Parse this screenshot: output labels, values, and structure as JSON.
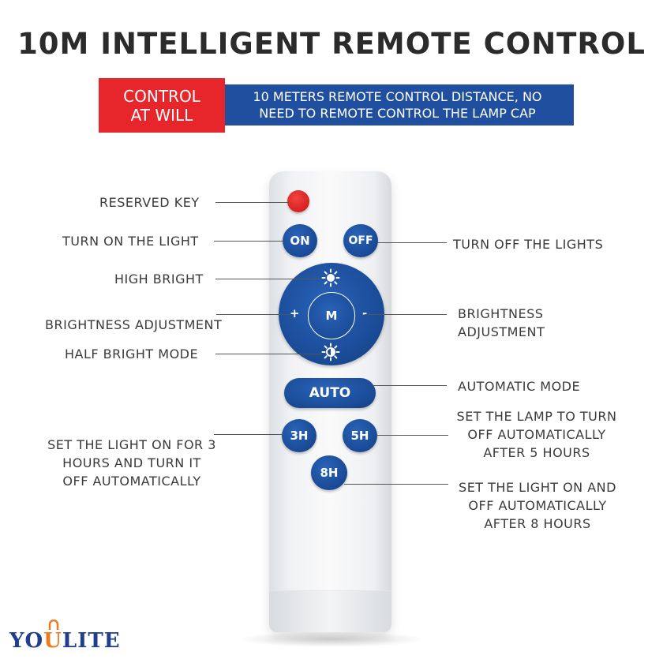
{
  "title": "10M INTELLIGENT REMOTE CONTROL",
  "banner": {
    "red_text": "CONTROL\nAT WILL",
    "blue_text": "10 METERS REMOTE CONTROL DISTANCE, NO\nNEED TO REMOTE CONTROL THE LAMP CAP",
    "red_color": "#e7262b",
    "blue_color": "#1f4f9e"
  },
  "buttons": {
    "on": "ON",
    "off": "OFF",
    "mode": "M",
    "plus": "+",
    "minus": "-",
    "auto": "AUTO",
    "h3": "3H",
    "h5": "5H",
    "h8": "8H"
  },
  "labels": {
    "reserved_key": "RESERVED KEY",
    "turn_on": "TURN ON THE LIGHT",
    "turn_off": "TURN OFF THE LIGHTS",
    "high_bright": "HIGH BRIGHT",
    "brightness_left": "BRIGHTNESS ADJUSTMENT",
    "brightness_right": "BRIGHTNESS\nADJUSTMENT",
    "half_bright": "HALF BRIGHT MODE",
    "automatic": "AUTOMATIC MODE",
    "five_hours": "SET THE LAMP TO TURN\nOFF AUTOMATICALLY\nAFTER 5 HOURS",
    "three_hours": "SET THE LIGHT ON FOR 3\nHOURS AND TURN IT\nOFF AUTOMATICALLY",
    "eight_hours": "SET THE LIGHT ON AND\nOFF AUTOMATICALLY\nAFTER 8 HOURS"
  },
  "logo": {
    "part1": "YO",
    "part2": "U",
    "part3": "LITE"
  },
  "colors": {
    "button_blue": "#1b4d9a",
    "reserved_red": "#d8201f",
    "logo_blue": "#1f3e8c",
    "logo_orange": "#ee7a1e"
  }
}
